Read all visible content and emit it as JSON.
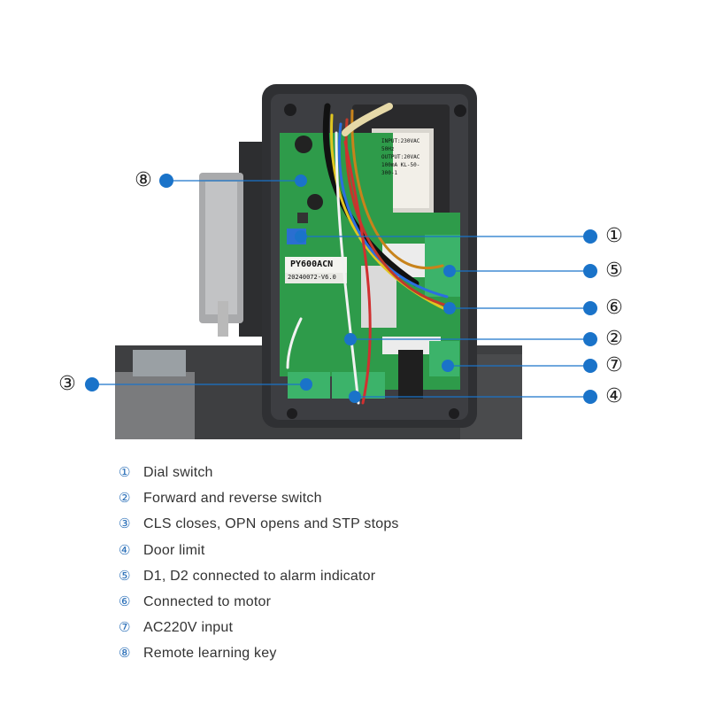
{
  "colors": {
    "dot": "#1a73c9",
    "line": "#1a73c9",
    "pcb": "#2e9b4a",
    "housing": "#3c3c3c",
    "terminal": "#3cb36a",
    "legend_num": "#2a6fb8"
  },
  "board": {
    "model_label": "PY600ACN",
    "version_label": "20240072-V6.0",
    "transformer_text": "INPUT:230VAC 50Hz OUTPUT:20VAC 100mA KL-50-300-1"
  },
  "callouts": [
    {
      "num": "①",
      "text": "Dial switch"
    },
    {
      "num": "②",
      "text": "Forward and reverse switch"
    },
    {
      "num": "③",
      "text": "CLS closes, OPN opens and STP stops"
    },
    {
      "num": "④",
      "text": "Door limit"
    },
    {
      "num": "⑤",
      "text": "D1, D2 connected to alarm indicator"
    },
    {
      "num": "⑥",
      "text": "Connected to motor"
    },
    {
      "num": "⑦",
      "text": "AC220V input"
    },
    {
      "num": "⑧",
      "text": "Remote learning key"
    }
  ]
}
